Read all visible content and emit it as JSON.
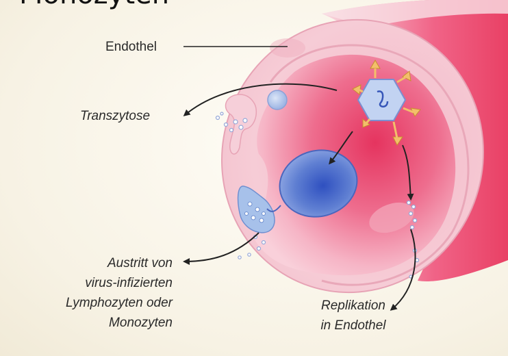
{
  "header_text": "Monozyten",
  "labels": {
    "endothel": "Endothel",
    "transzytose": "Transzytose",
    "austritt": {
      "line1": "Austritt von",
      "line2": "virus-infizierten",
      "line3": "Lymphozyten oder",
      "line4": "Monozyten"
    },
    "replikation": {
      "line1": "Replikation",
      "line2": "in Endothel"
    }
  },
  "colors": {
    "background": "#f7f2e4",
    "vessel_wall": "#f4c9d3",
    "vessel_wall_dark": "#e89aae",
    "lumen": "#e5345f",
    "lumen_light": "#f48ba5",
    "nucleus": "#4766c2",
    "virus": "#b8ccf0",
    "arrow": "#222222",
    "virus_spike": "#f3bf6a"
  }
}
